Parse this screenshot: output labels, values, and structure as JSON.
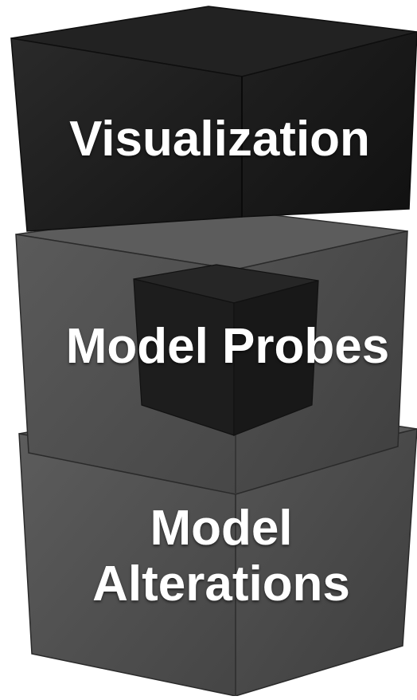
{
  "blocks": {
    "top": {
      "label": "Visualization",
      "color": "#1c1c1c"
    },
    "middle": {
      "label": "Model Probes",
      "color": "#4f4f4f",
      "inner_cube_color": "#1c1c1c"
    },
    "bottom": {
      "label_line1": "Model",
      "label_line2": "Alterations",
      "color": "#505050"
    }
  }
}
